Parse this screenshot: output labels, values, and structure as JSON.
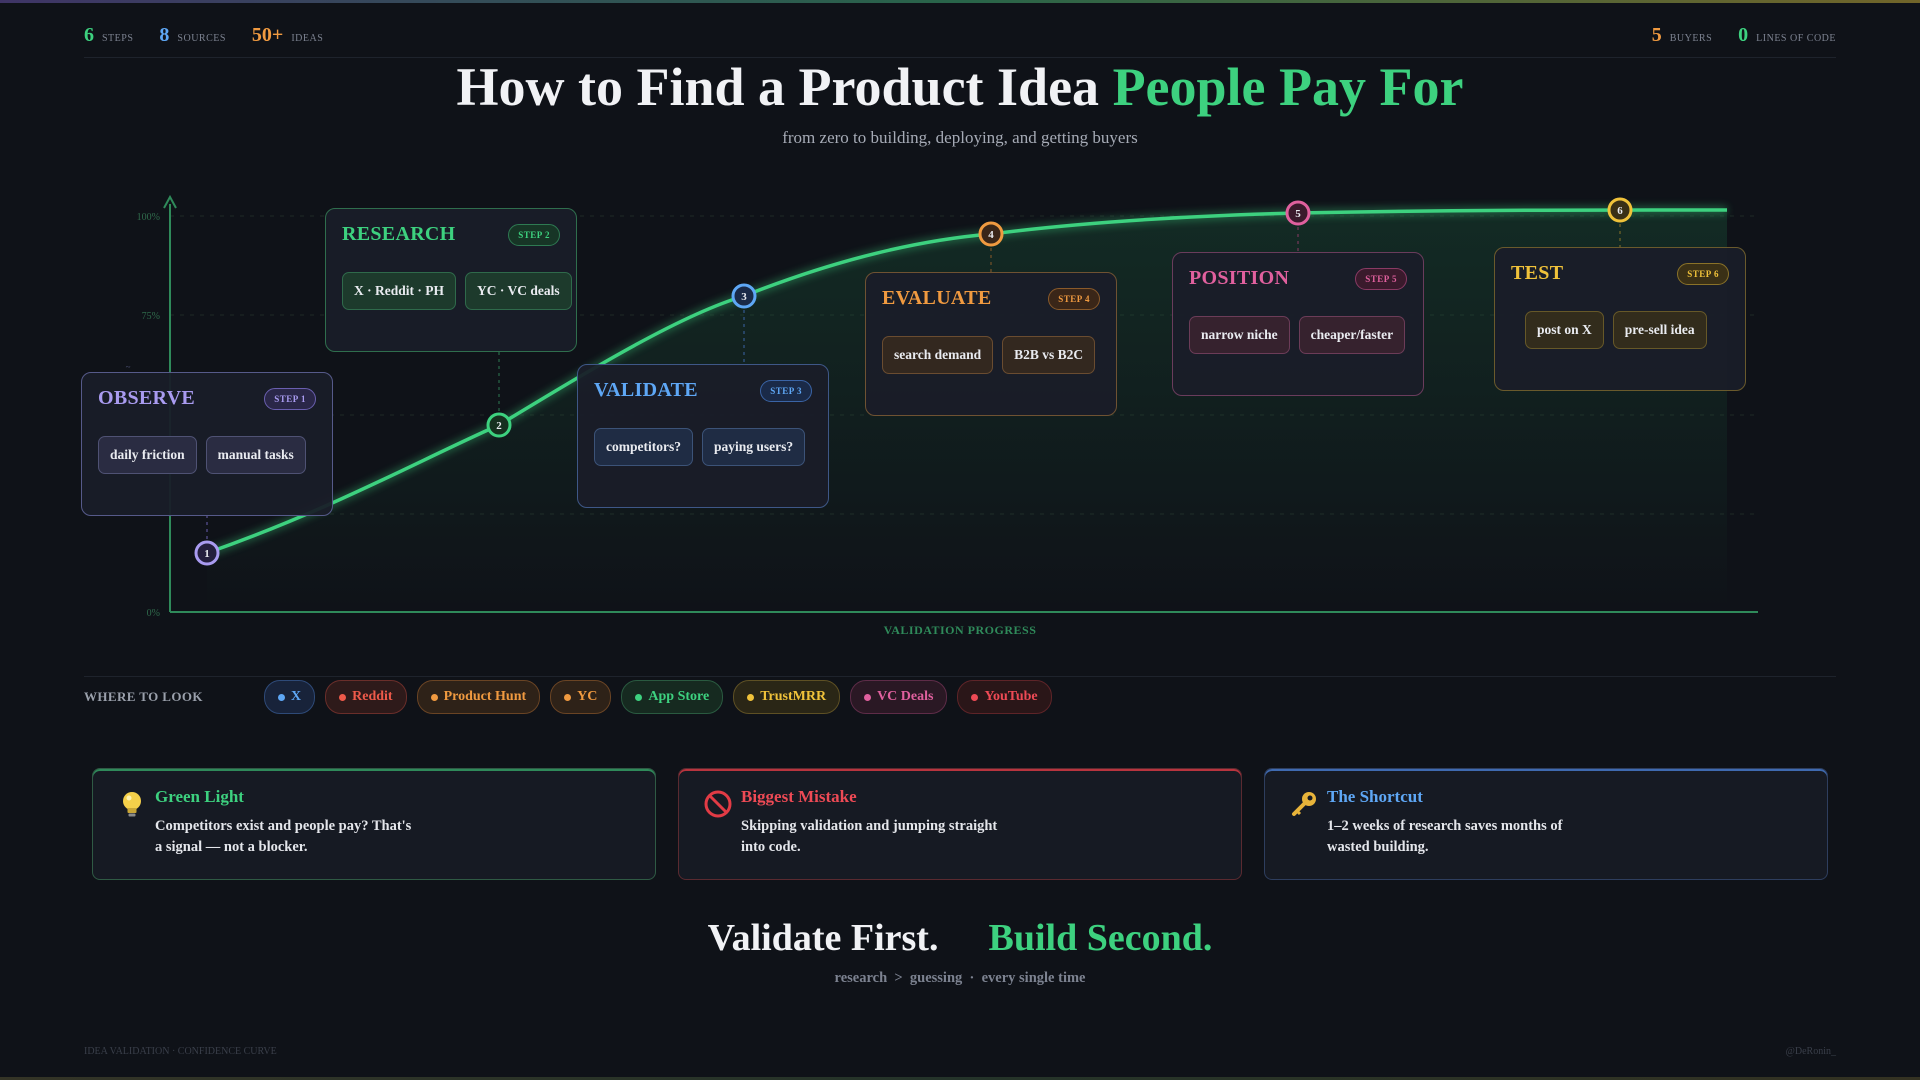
{
  "stats_left": [
    {
      "num": "6",
      "label": "steps",
      "color": "#3dd17f"
    },
    {
      "num": "8",
      "label": "sources",
      "color": "#5ea7f5"
    },
    {
      "num": "50+",
      "label": "ideas",
      "color": "#f09a40"
    }
  ],
  "stats_right": [
    {
      "num": "5",
      "label": "buyers",
      "color": "#f09a40"
    },
    {
      "num": "0",
      "label": "lines of code",
      "color": "#3dd17f"
    }
  ],
  "title_main": "How to Find a Product Idea",
  "title_accent": "People Pay For",
  "subtitle": "from zero to building, deploying, and getting buyers",
  "chart": {
    "y_ticks": [
      "100%",
      "75%",
      "0%"
    ],
    "x_label": "VALIDATION PROGRESS",
    "small_marker": "~"
  },
  "steps": [
    {
      "number": "1",
      "title": "OBSERVE",
      "badge": "STEP 1",
      "chips": [
        "daily friction",
        "manual tasks"
      ],
      "color": "#a99bf0"
    },
    {
      "number": "2",
      "title": "RESEARCH",
      "badge": "STEP 2",
      "chips": [
        "X · Reddit · PH",
        "YC · VC deals"
      ],
      "color": "#3dd17f"
    },
    {
      "number": "3",
      "title": "VALIDATE",
      "badge": "STEP 3",
      "chips": [
        "competitors?",
        "paying users?"
      ],
      "color": "#5ea7f5"
    },
    {
      "number": "4",
      "title": "EVALUATE",
      "badge": "STEP 4",
      "chips": [
        "search demand",
        "B2B vs B2C"
      ],
      "color": "#f09a40"
    },
    {
      "number": "5",
      "title": "POSITION",
      "badge": "STEP 5",
      "chips": [
        "narrow niche",
        "cheaper/faster"
      ],
      "color": "#e0609e"
    },
    {
      "number": "6",
      "title": "TEST",
      "badge": "STEP 6",
      "chips": [
        "post on X",
        "pre-sell idea"
      ],
      "color": "#f0c23a"
    }
  ],
  "where_label": "WHERE TO LOOK",
  "sources": [
    {
      "label": "X",
      "color": "#5ea7f5"
    },
    {
      "label": "Reddit",
      "color": "#ee5a4a"
    },
    {
      "label": "Product Hunt",
      "color": "#f09a40"
    },
    {
      "label": "YC",
      "color": "#f09a40"
    },
    {
      "label": "App Store",
      "color": "#3dd17f"
    },
    {
      "label": "TrustMRR",
      "color": "#f0c23a"
    },
    {
      "label": "VC Deals",
      "color": "#e0609e"
    },
    {
      "label": "YouTube",
      "color": "#ee4a55"
    }
  ],
  "insights": {
    "green": {
      "title": "Green Light",
      "text": "Competitors exist and people pay? That's a signal — not a blocker.",
      "icon": "lightbulb-icon"
    },
    "red": {
      "title": "Biggest Mistake",
      "text": "Skipping validation and jumping straight into code.",
      "icon": "no-entry-icon"
    },
    "blue": {
      "title": "The Shortcut",
      "text": "1–2 weeks of research saves months of wasted building.",
      "icon": "key-icon"
    }
  },
  "closing": {
    "first": "Validate First.",
    "second": "Build Second.",
    "sub": "research  >  guessing  ·  every single time"
  },
  "footer_left": "IDEA VALIDATION · CONFIDENCE CURVE",
  "footer_right": "@DeRonin_"
}
